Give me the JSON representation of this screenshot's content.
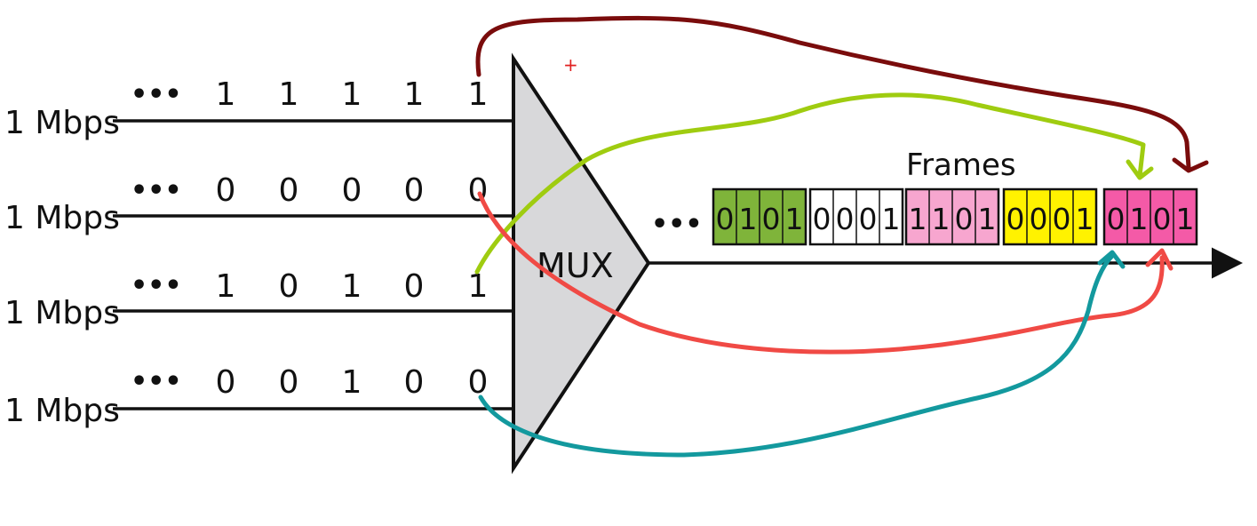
{
  "inputs": [
    {
      "rate": "1 Mbps",
      "ellipsis": "•••",
      "bits": [
        "1",
        "1",
        "1",
        "1",
        "1"
      ]
    },
    {
      "rate": "1 Mbps",
      "ellipsis": "•••",
      "bits": [
        "0",
        "0",
        "0",
        "0",
        "0"
      ]
    },
    {
      "rate": "1 Mbps",
      "ellipsis": "•••",
      "bits": [
        "1",
        "0",
        "1",
        "0",
        "1"
      ]
    },
    {
      "rate": "1 Mbps",
      "ellipsis": "•••",
      "bits": [
        "0",
        "0",
        "1",
        "0",
        "0"
      ]
    }
  ],
  "mux": {
    "label": "MUX",
    "fill": "#d8d8da"
  },
  "output": {
    "ellipsis": "•••",
    "title": "Frames",
    "frames": [
      {
        "bits": [
          "0",
          "1",
          "0",
          "1"
        ],
        "color": "#7fb43a"
      },
      {
        "bits": [
          "0",
          "0",
          "0",
          "1"
        ],
        "color": "#ffffff"
      },
      {
        "bits": [
          "1",
          "1",
          "0",
          "1"
        ],
        "color": "#f7a6cf"
      },
      {
        "bits": [
          "0",
          "0",
          "0",
          "1"
        ],
        "color": "#fff200"
      },
      {
        "bits": [
          "0",
          "1",
          "0",
          "1"
        ],
        "color": "#f45aa7"
      }
    ]
  },
  "annotations": {
    "plus_mark": "+",
    "arrow_colors": [
      "#7a0c0c",
      "#9fcc10",
      "#f04a45",
      "#13999e"
    ]
  }
}
